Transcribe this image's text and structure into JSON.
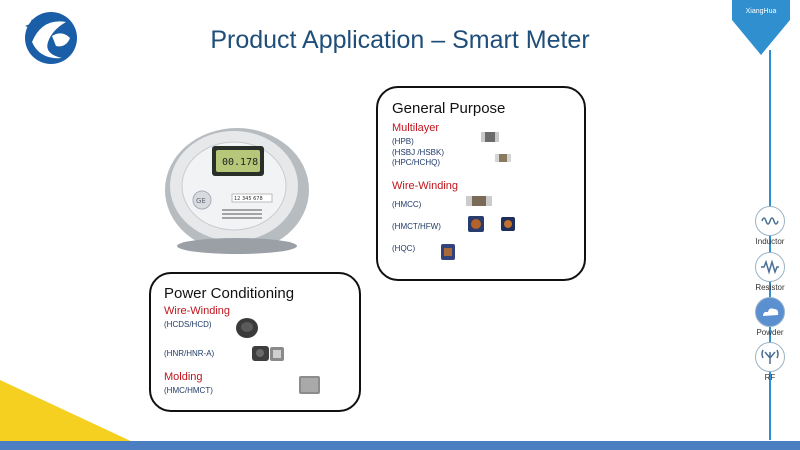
{
  "slide": {
    "title": "Product Application – Smart Meter"
  },
  "ribbon": {
    "label": "XiangHua"
  },
  "nav": {
    "items": [
      {
        "label": "Inductor",
        "icon": "inductor-coil-icon"
      },
      {
        "label": "Resistor",
        "icon": "resistor-zigzag-icon"
      },
      {
        "label": "Powder",
        "icon": "powder-cloud-icon"
      },
      {
        "label": "RF",
        "icon": "antenna-icon"
      }
    ]
  },
  "meter": {
    "display": "00.178",
    "serial": "12 345 678"
  },
  "general_purpose": {
    "title": "General Purpose",
    "multilayer": {
      "label": "Multilayer",
      "codes": [
        "(HPB)",
        "(HSBJ /HSBK)",
        "(HPC/HCHQ)"
      ]
    },
    "wire_winding": {
      "label": "Wire-Winding",
      "codes": [
        "(HMCC)",
        "(HMCT/HFW)",
        "(HQC)"
      ]
    }
  },
  "power_conditioning": {
    "title": "Power Conditioning",
    "wire_winding": {
      "label": "Wire-Winding",
      "codes": [
        "(HCDS/HCD)",
        "(HNR/HNR-A)"
      ]
    },
    "molding": {
      "label": "Molding",
      "codes": [
        "(HMC/HMCT)"
      ]
    }
  },
  "colors": {
    "accent": "#2f8fcf",
    "title": "#1f4e79",
    "red_label": "#c0141c",
    "bottom_bar": "#4c7fc2",
    "corner": "#f5d020"
  }
}
